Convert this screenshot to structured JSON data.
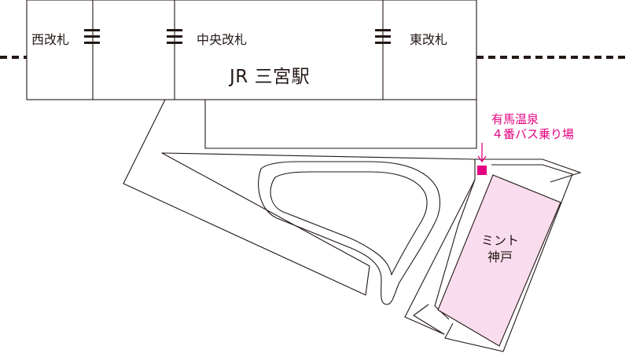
{
  "station": {
    "name": "JR 三宮駅",
    "gates": {
      "west": "西改札",
      "central": "中央改札",
      "east": "東改札"
    }
  },
  "bus_stop": {
    "line1": "有馬温泉",
    "line2": "４番バス乗り場"
  },
  "building": {
    "line1": "ミント",
    "line2": "神戸"
  },
  "colors": {
    "line": "#231815",
    "accent": "#e4007f",
    "building_fill": "#f9dced"
  },
  "icons": {
    "ticket_gate": "three-bar-gate-icon",
    "bus_stop_marker": "square-marker-icon",
    "pointer": "down-arrow-icon"
  }
}
